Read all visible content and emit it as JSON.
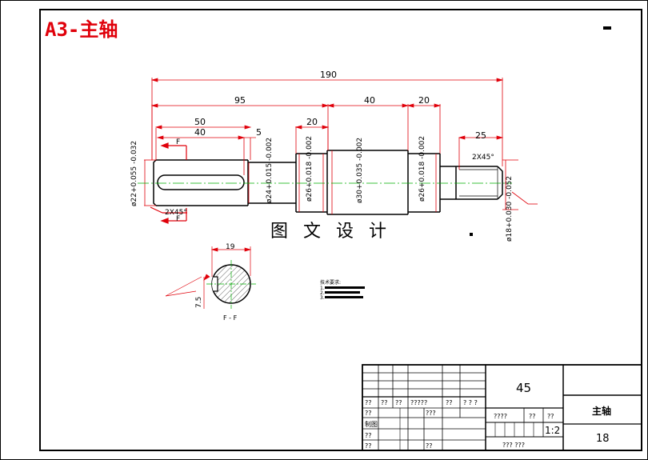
{
  "sheet_title": "A3-主轴",
  "watermark": "图 文 设 计",
  "dimensions": {
    "total_length": "190",
    "left_section": "95",
    "mid_section": "40",
    "shoulder": "20",
    "right_end": "25",
    "keyway_span": "50",
    "keyway_length": "40",
    "keyway_offset": "5",
    "collar_width": "20",
    "section_width": "19",
    "section_depth": "7.5",
    "chamfer_right": "2X45°",
    "chamfer_left": "2X45°"
  },
  "diameters": {
    "d1": "ø22+0.055 -0.032",
    "d2": "ø24+0.015 -0.002",
    "d3": "ø26+0.018 -0.002",
    "d4": "ø30+0.035 -0.002",
    "d5": "ø26+0.018 -0.002",
    "d6": "ø18+0.030 -0.052"
  },
  "section_labels": {
    "cut_mark_top": "F",
    "cut_mark_bottom": "F",
    "section_caption": "F - F"
  },
  "notes": {
    "heading": "技术要求:",
    "lines": [
      "1.",
      "2.",
      "3."
    ]
  },
  "title_block": {
    "material": "45",
    "part_name": "主轴",
    "scale": "1:2",
    "sheet_no": "18",
    "q2": "??",
    "q4": "????",
    "q5": "?????",
    "q3": "???",
    "qs": "? ? ?",
    "zhitu": "制图",
    "approval": "??? ???"
  }
}
